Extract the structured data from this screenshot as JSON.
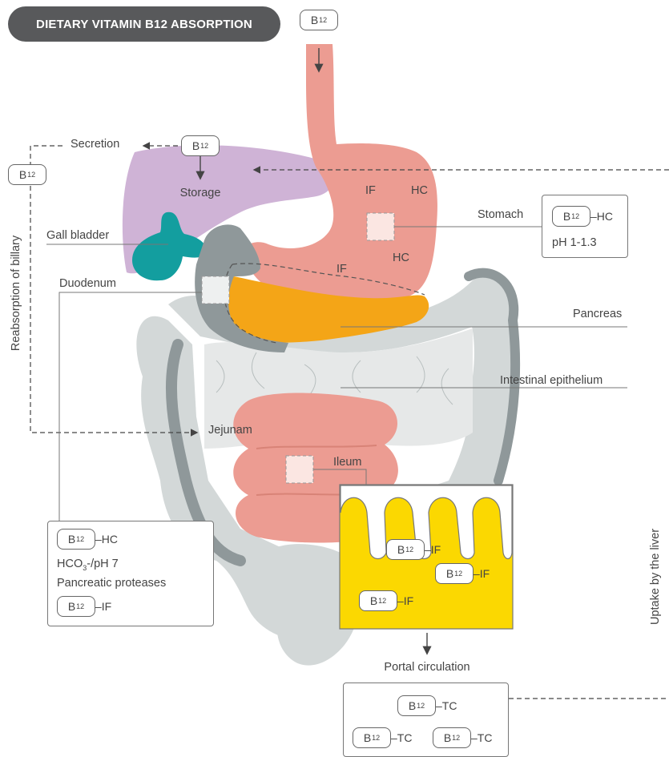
{
  "title": "DIETARY VITAMIN B12 ABSORPTION",
  "b12": {
    "letter": "B",
    "sub": "12"
  },
  "labels": {
    "secretion": "Secretion",
    "storage": "Storage",
    "reabsorption": "Reabsorption of billary",
    "gall_bladder": "Gall bladder",
    "duodenum": "Duodenum",
    "stomach": "Stomach",
    "pancreas": "Pancreas",
    "intestinal_epithelium": "Intestinal epithelium",
    "jejunam": "Jejunam",
    "ileum": "Ileum",
    "uptake_liver": "Uptake by the liver",
    "portal_circulation": "Portal circulation"
  },
  "stomach_markers": {
    "if1": "IF",
    "hc1": "HC",
    "hc2": "HC",
    "if2": "IF"
  },
  "stomach_box": {
    "binding": "HC",
    "ph": "pH 1-1.3"
  },
  "duodenum_box": {
    "binding1": "HC",
    "hco3": "HCO",
    "hco3_sub": "3",
    "hco3_rest": "-/pH 7",
    "proteases": "Pancreatic proteases",
    "binding2": "IF"
  },
  "ileum_box": {
    "b1": "IF",
    "b2": "IF",
    "b3": "IF"
  },
  "portal_box": {
    "b1": "TC",
    "b2": "TC",
    "b3": "TC"
  },
  "colors": {
    "title_bg": "#58595b",
    "stomach": "#ec9c92",
    "liver": "#cfb3d6",
    "gall_bladder": "#139e9f",
    "pancreas": "#f4a517",
    "intestine_grey": "#d3d8d8",
    "duodenum_dark": "#8f989a",
    "ileum_box": "#fbd801"
  }
}
